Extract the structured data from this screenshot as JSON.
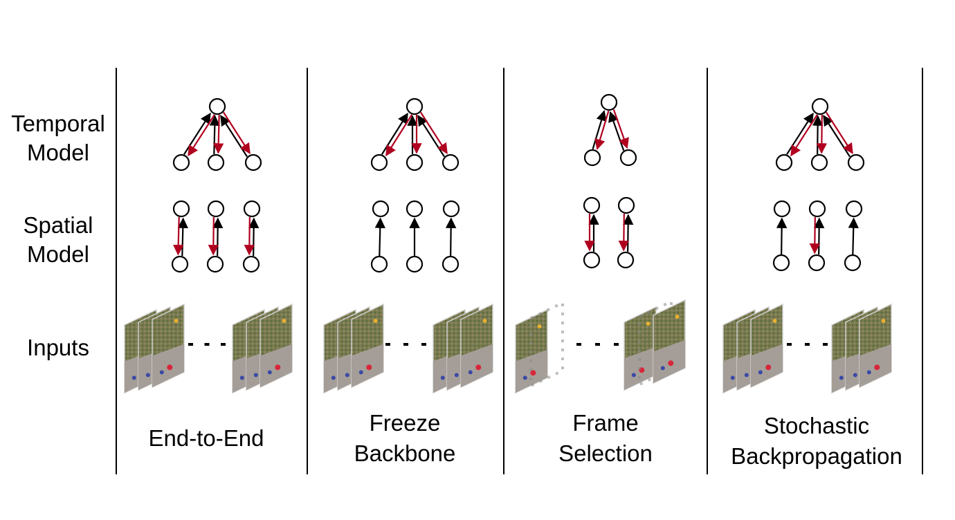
{
  "rows": {
    "temporal": "Temporal\nModel",
    "spatial": "Spatial\nModel",
    "inputs": "Inputs"
  },
  "columns": [
    {
      "label": "End-to-End",
      "spatial_backprop": [
        true,
        true,
        true
      ],
      "temporal_nodes": 3,
      "frames": "full"
    },
    {
      "label": "Freeze\nBackbone",
      "spatial_backprop": [
        false,
        false,
        false
      ],
      "temporal_nodes": 3,
      "frames": "full"
    },
    {
      "label": "Frame\nSelection",
      "spatial_backprop": [
        true,
        true
      ],
      "temporal_nodes": 2,
      "frames": "selected"
    },
    {
      "label": "Stochastic\nBackpropagation",
      "spatial_backprop": [
        false,
        true,
        false
      ],
      "temporal_nodes": 3,
      "frames": "full"
    }
  ],
  "colors": {
    "forward": "#000000",
    "backward": "#b0001f"
  }
}
